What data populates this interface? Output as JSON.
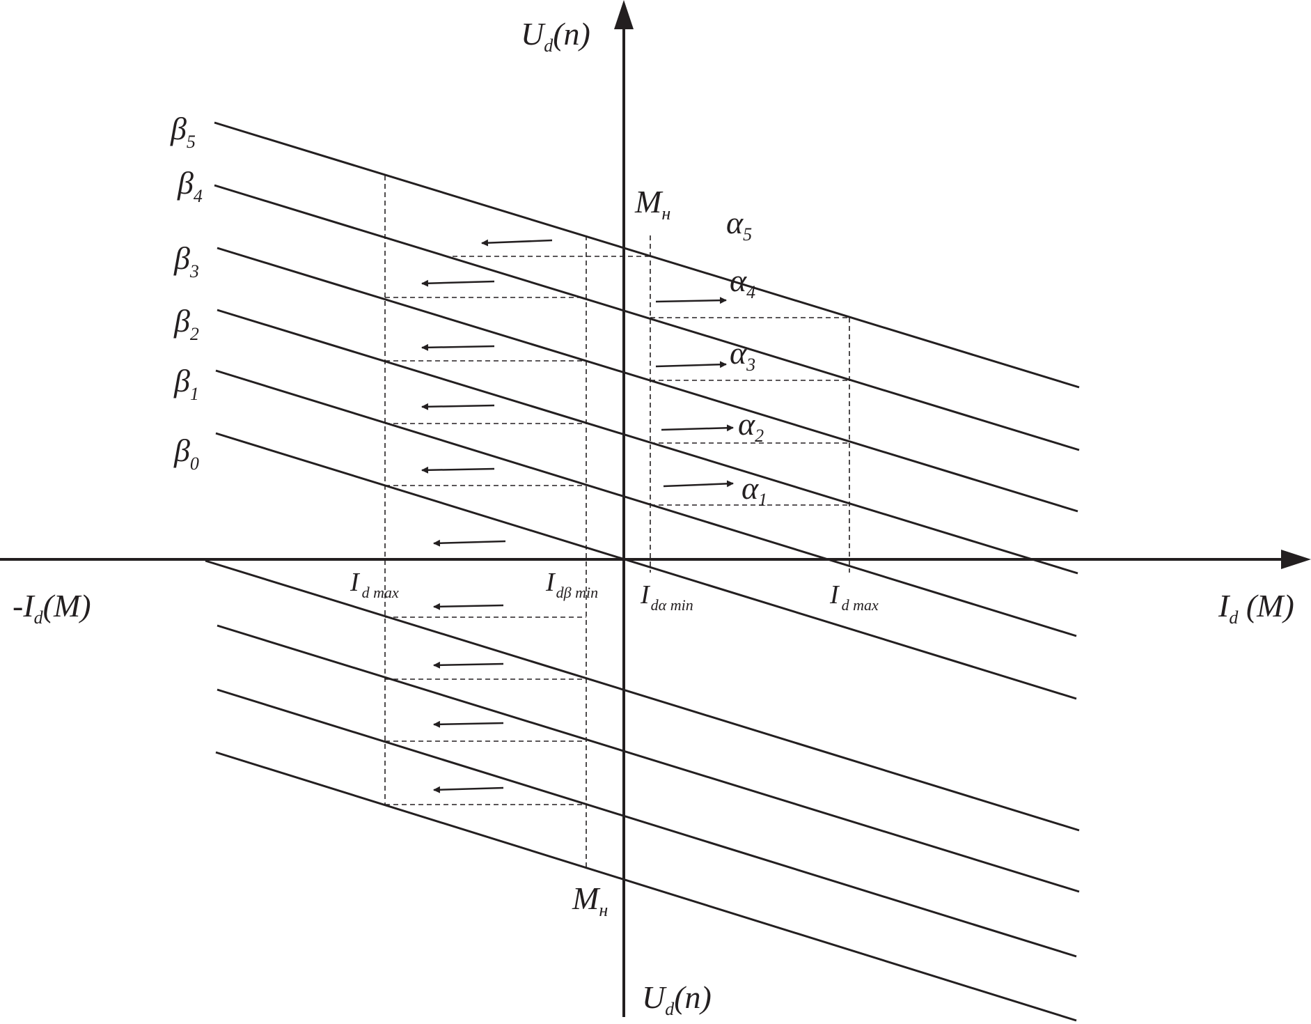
{
  "diagram": {
    "axes": {
      "y_top": {
        "main": "U",
        "sub": "d",
        "tail": "(n)"
      },
      "y_bottom": {
        "main": "U",
        "sub": "d",
        "tail": "(n)"
      },
      "x_right": {
        "main": "I",
        "sub": "d",
        "tail": " (M)"
      },
      "x_left": {
        "pre": "-I",
        "sub": "d",
        "tail": "(M)"
      }
    },
    "beta_labels": [
      {
        "main": "β",
        "sub": "5"
      },
      {
        "main": "β",
        "sub": "4"
      },
      {
        "main": "β",
        "sub": "3"
      },
      {
        "main": "β",
        "sub": "2"
      },
      {
        "main": "β",
        "sub": "1"
      },
      {
        "main": "β",
        "sub": "0"
      }
    ],
    "alpha_labels": [
      {
        "main": "α",
        "sub": "5"
      },
      {
        "main": "α",
        "sub": "4"
      },
      {
        "main": "α",
        "sub": "3"
      },
      {
        "main": "α",
        "sub": "2"
      },
      {
        "main": "α",
        "sub": "1"
      }
    ],
    "current_labels": {
      "id_max_left": {
        "main": "I",
        "sub": "d max"
      },
      "id_beta_min": {
        "main": "I",
        "sub": "dβ min"
      },
      "id_alpha_min": {
        "main": "I",
        "sub": "dα min"
      },
      "id_max_right": {
        "main": "I",
        "sub": "d max"
      }
    },
    "torque_labels": {
      "top": {
        "main": "M",
        "sub": "н"
      },
      "bottom": {
        "main": "M",
        "sub": "н"
      }
    },
    "colors": {
      "line": "#231f20",
      "background": "#ffffff"
    }
  }
}
